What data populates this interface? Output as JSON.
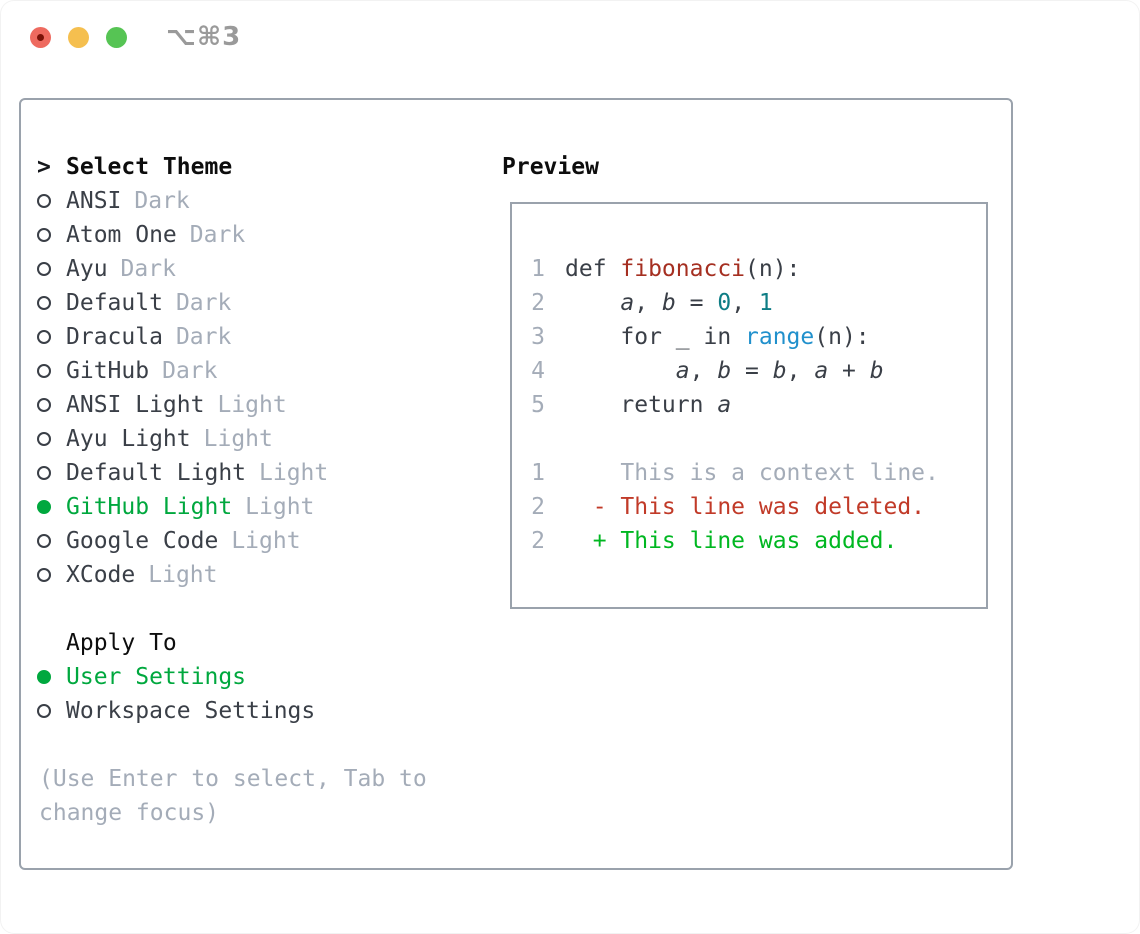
{
  "window": {
    "title": "⌥⌘3"
  },
  "colors": {
    "panel_border": "#9aa2ac",
    "text_dark": "#3a3f47",
    "text_black": "#0d0d0d",
    "text_gray": "#a4acb8",
    "accent_green": "#00a83e",
    "added_green": "#00b721",
    "deleted_red": "#c13a28",
    "function_red": "#a52f21",
    "number_teal": "#0e7d85",
    "builtin_blue": "#2090cc",
    "titlebar_gray": "#9a9a9a",
    "traffic_red": "#ee6a5f",
    "traffic_red_dot": "#7a1208",
    "traffic_yellow": "#f5bf4f",
    "traffic_green": "#56c454"
  },
  "theme_list": {
    "header_prefix": ">",
    "header": "Select Theme",
    "items": [
      {
        "name": "ANSI",
        "variant": "Dark",
        "selected": false
      },
      {
        "name": "Atom One",
        "variant": "Dark",
        "selected": false
      },
      {
        "name": "Ayu",
        "variant": "Dark",
        "selected": false
      },
      {
        "name": "Default",
        "variant": "Dark",
        "selected": false
      },
      {
        "name": "Dracula",
        "variant": "Dark",
        "selected": false
      },
      {
        "name": "GitHub",
        "variant": "Dark",
        "selected": false
      },
      {
        "name": "ANSI Light",
        "variant": "Light",
        "selected": false
      },
      {
        "name": "Ayu Light",
        "variant": "Light",
        "selected": false
      },
      {
        "name": "Default Light",
        "variant": "Light",
        "selected": false
      },
      {
        "name": "GitHub Light",
        "variant": "Light",
        "selected": true
      },
      {
        "name": "Google Code",
        "variant": "Light",
        "selected": false
      },
      {
        "name": "XCode",
        "variant": "Light",
        "selected": false
      }
    ]
  },
  "apply_to": {
    "header": "Apply To",
    "options": [
      {
        "name": "User Settings",
        "selected": true
      },
      {
        "name": "Workspace Settings",
        "selected": false
      }
    ]
  },
  "hint": "(Use Enter to select, Tab to change focus)",
  "preview": {
    "header": "Preview",
    "lines": [
      {
        "num": "1",
        "segments": [
          [
            "def ",
            "plain"
          ],
          [
            "fibonacci",
            "func"
          ],
          [
            "(n):",
            "plain"
          ]
        ]
      },
      {
        "num": "2",
        "segments": [
          [
            "    ",
            "plain"
          ],
          [
            "a",
            "var"
          ],
          [
            ", ",
            "plain"
          ],
          [
            "b",
            "var"
          ],
          [
            " = ",
            "plain"
          ],
          [
            "0",
            "num"
          ],
          [
            ", ",
            "plain"
          ],
          [
            "1",
            "num"
          ]
        ]
      },
      {
        "num": "3",
        "segments": [
          [
            "    for _ in ",
            "plain"
          ],
          [
            "range",
            "builtin"
          ],
          [
            "(n):",
            "plain"
          ]
        ]
      },
      {
        "num": "4",
        "segments": [
          [
            "        ",
            "plain"
          ],
          [
            "a",
            "var"
          ],
          [
            ", ",
            "plain"
          ],
          [
            "b",
            "var"
          ],
          [
            " = ",
            "plain"
          ],
          [
            "b",
            "var"
          ],
          [
            ", ",
            "plain"
          ],
          [
            "a",
            "var"
          ],
          [
            " + ",
            "plain"
          ],
          [
            "b",
            "var"
          ]
        ]
      },
      {
        "num": "5",
        "segments": [
          [
            "    return ",
            "plain"
          ],
          [
            "a",
            "var"
          ]
        ]
      },
      {
        "num": "",
        "segments": []
      },
      {
        "num": "1",
        "segments": [
          [
            "    This is a context line.",
            "context"
          ]
        ]
      },
      {
        "num": "2",
        "segments": [
          [
            "  - This line was deleted.",
            "deleted"
          ]
        ]
      },
      {
        "num": "2",
        "segments": [
          [
            "  + This line was added.",
            "added"
          ]
        ]
      }
    ]
  }
}
